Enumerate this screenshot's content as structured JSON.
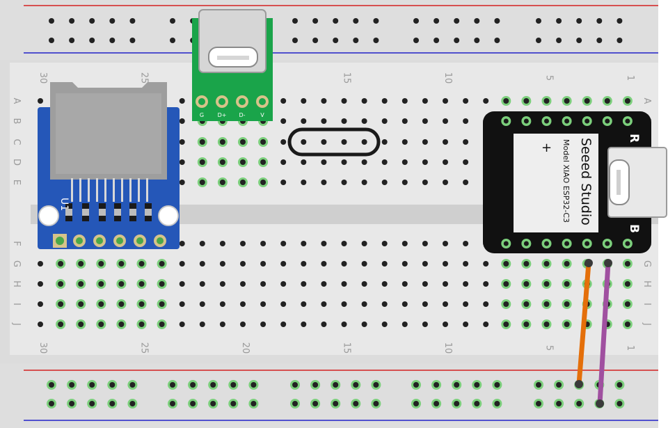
{
  "breadboard": {
    "row_letters_top": [
      "A",
      "B",
      "C",
      "D",
      "E"
    ],
    "row_letters_bottom": [
      "F",
      "G",
      "H",
      "I",
      "J"
    ],
    "column_numbers": [
      "30",
      "25",
      "20",
      "15",
      "10",
      "5",
      "1"
    ]
  },
  "sd_module": {
    "label": "U1"
  },
  "usb_breakout": {
    "pins": [
      "G",
      "D+",
      "D-",
      "V"
    ]
  },
  "xiao": {
    "brand": "Seeed Studio",
    "model": "Model XIAO ESP32-C3",
    "plus": "+",
    "reset_label": "R",
    "boot_label": "B"
  },
  "wires": {
    "orange_color": "#e46f0a",
    "purple_color": "#a050a0"
  }
}
